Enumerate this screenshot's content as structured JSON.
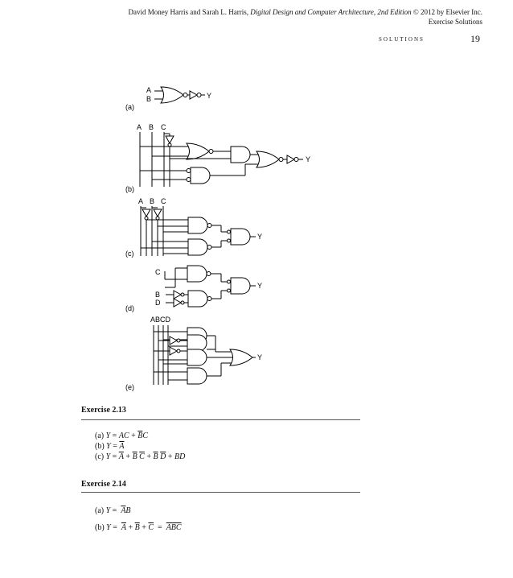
{
  "header": {
    "authors": "David Money Harris and Sarah L. Harris,",
    "book": "Digital Design and Computer Architecture, 2nd Edition",
    "copyright": "© 2012 by Elsevier Inc.",
    "line2": "Exercise Solutions",
    "section": "SOLUTIONS",
    "page": "19"
  },
  "figure": {
    "part_a": "(a)",
    "part_b": "(b)",
    "part_c": "(c)",
    "part_d": "(d)",
    "part_e": "(e)",
    "A": "A",
    "B": "B",
    "C": "C",
    "D": "D",
    "Y": "Y",
    "ABCD": "ABCD"
  },
  "ex213": {
    "title": "Exercise 2.13",
    "a_label": "(a)",
    "b_label": "(b)",
    "c_label": "(c)"
  },
  "ex214": {
    "title": "Exercise 2.14",
    "a_label": "(a)",
    "b_label": "(b)"
  }
}
